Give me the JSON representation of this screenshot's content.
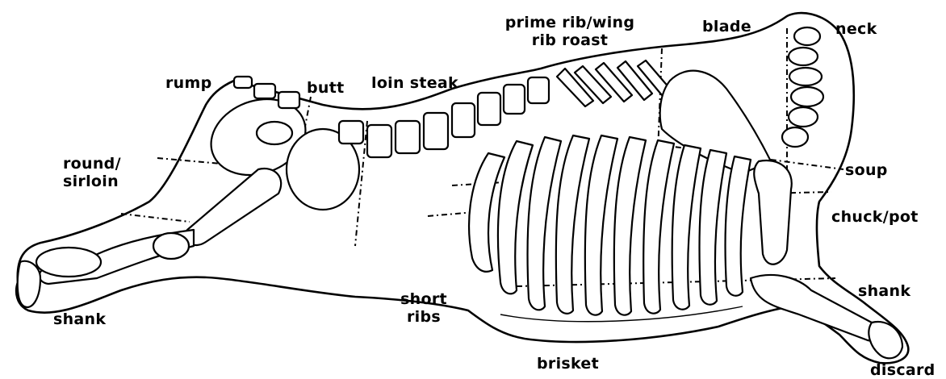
{
  "labels": {
    "prime_rib": "prime rib/wing\nrib roast",
    "blade": "blade",
    "neck": "neck",
    "rump": "rump",
    "butt": "butt",
    "loin_steak": "loin steak",
    "round_sirloin": "round/\nsirloin",
    "soup": "soup",
    "chuck_pot": "chuck/pot",
    "shank_front": "shank",
    "shank_rear": "shank",
    "short_ribs": "short\nribs",
    "brisket": "brisket",
    "discard": "discard"
  }
}
